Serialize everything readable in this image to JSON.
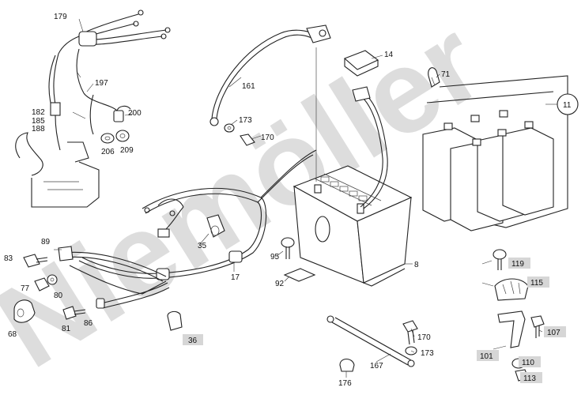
{
  "watermark": "Niemöller",
  "labels": {
    "l179": "179",
    "l197": "197",
    "l182": "182",
    "l185": "185",
    "l188": "188",
    "l200": "200",
    "l206": "206",
    "l209": "209",
    "l161": "161",
    "l173a": "173",
    "l170a": "170",
    "l14": "14",
    "l71": "71",
    "l11": "11",
    "l89": "89",
    "l83": "83",
    "l77": "77",
    "l80": "80",
    "l68": "68",
    "l81": "81",
    "l86": "86",
    "l35": "35",
    "l17": "17",
    "l95": "95",
    "l92": "92",
    "l36": "36",
    "l8": "8",
    "l119": "119",
    "l115": "115",
    "l107": "107",
    "l101": "101",
    "l110": "110",
    "l113": "113",
    "l170b": "170",
    "l173b": "173",
    "l167": "167",
    "l176": "176"
  },
  "colors": {
    "highlight": "#d6d6d6",
    "line": "#222222"
  }
}
